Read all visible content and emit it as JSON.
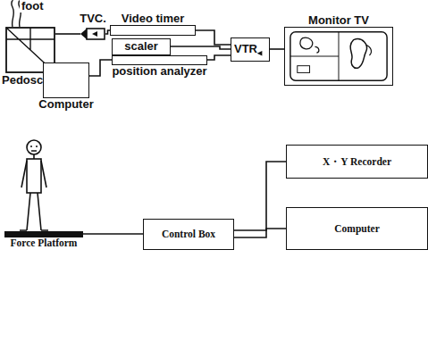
{
  "diagram": {
    "nodes": [
      {
        "text": [
          "Pedoscope"
        ]
      },
      {
        "text": [
          "TVC."
        ]
      },
      {
        "text": [
          "Video timer"
        ]
      },
      {
        "text": [
          "scaler"
        ]
      },
      {
        "text": [
          "position analyzer"
        ]
      },
      {
        "text": [
          "VTR"
        ]
      },
      {
        "text": [
          "Monitor TV"
        ]
      },
      {
        "text": [
          "Computer"
        ]
      },
      {
        "text": [
          "Force Platform"
        ]
      },
      {
        "text": [
          "Control Box"
        ]
      },
      {
        "text": [
          "X・Y Recorder"
        ]
      },
      {
        "text": [
          "Computer"
        ]
      }
    ],
    "edges": [
      {
        "from": 0,
        "to": 1,
        "arrow": "none"
      },
      {
        "from": 1,
        "to": 2,
        "arrow": "none"
      },
      {
        "from": 2,
        "to": 5,
        "arrow": "none"
      },
      {
        "from": 3,
        "to": 5,
        "arrow": "none"
      },
      {
        "from": 4,
        "to": 5,
        "arrow": "none"
      },
      {
        "from": 5,
        "to": 6,
        "arrow": "none"
      },
      {
        "from": 7,
        "to": 4,
        "arrow": "none"
      },
      {
        "from": 8,
        "to": 9,
        "arrow": "none"
      },
      {
        "from": 9,
        "to": 10,
        "arrow": "none"
      },
      {
        "from": 9,
        "to": 11,
        "arrow": "none"
      }
    ],
    "labels": [
      "foot"
    ]
  }
}
